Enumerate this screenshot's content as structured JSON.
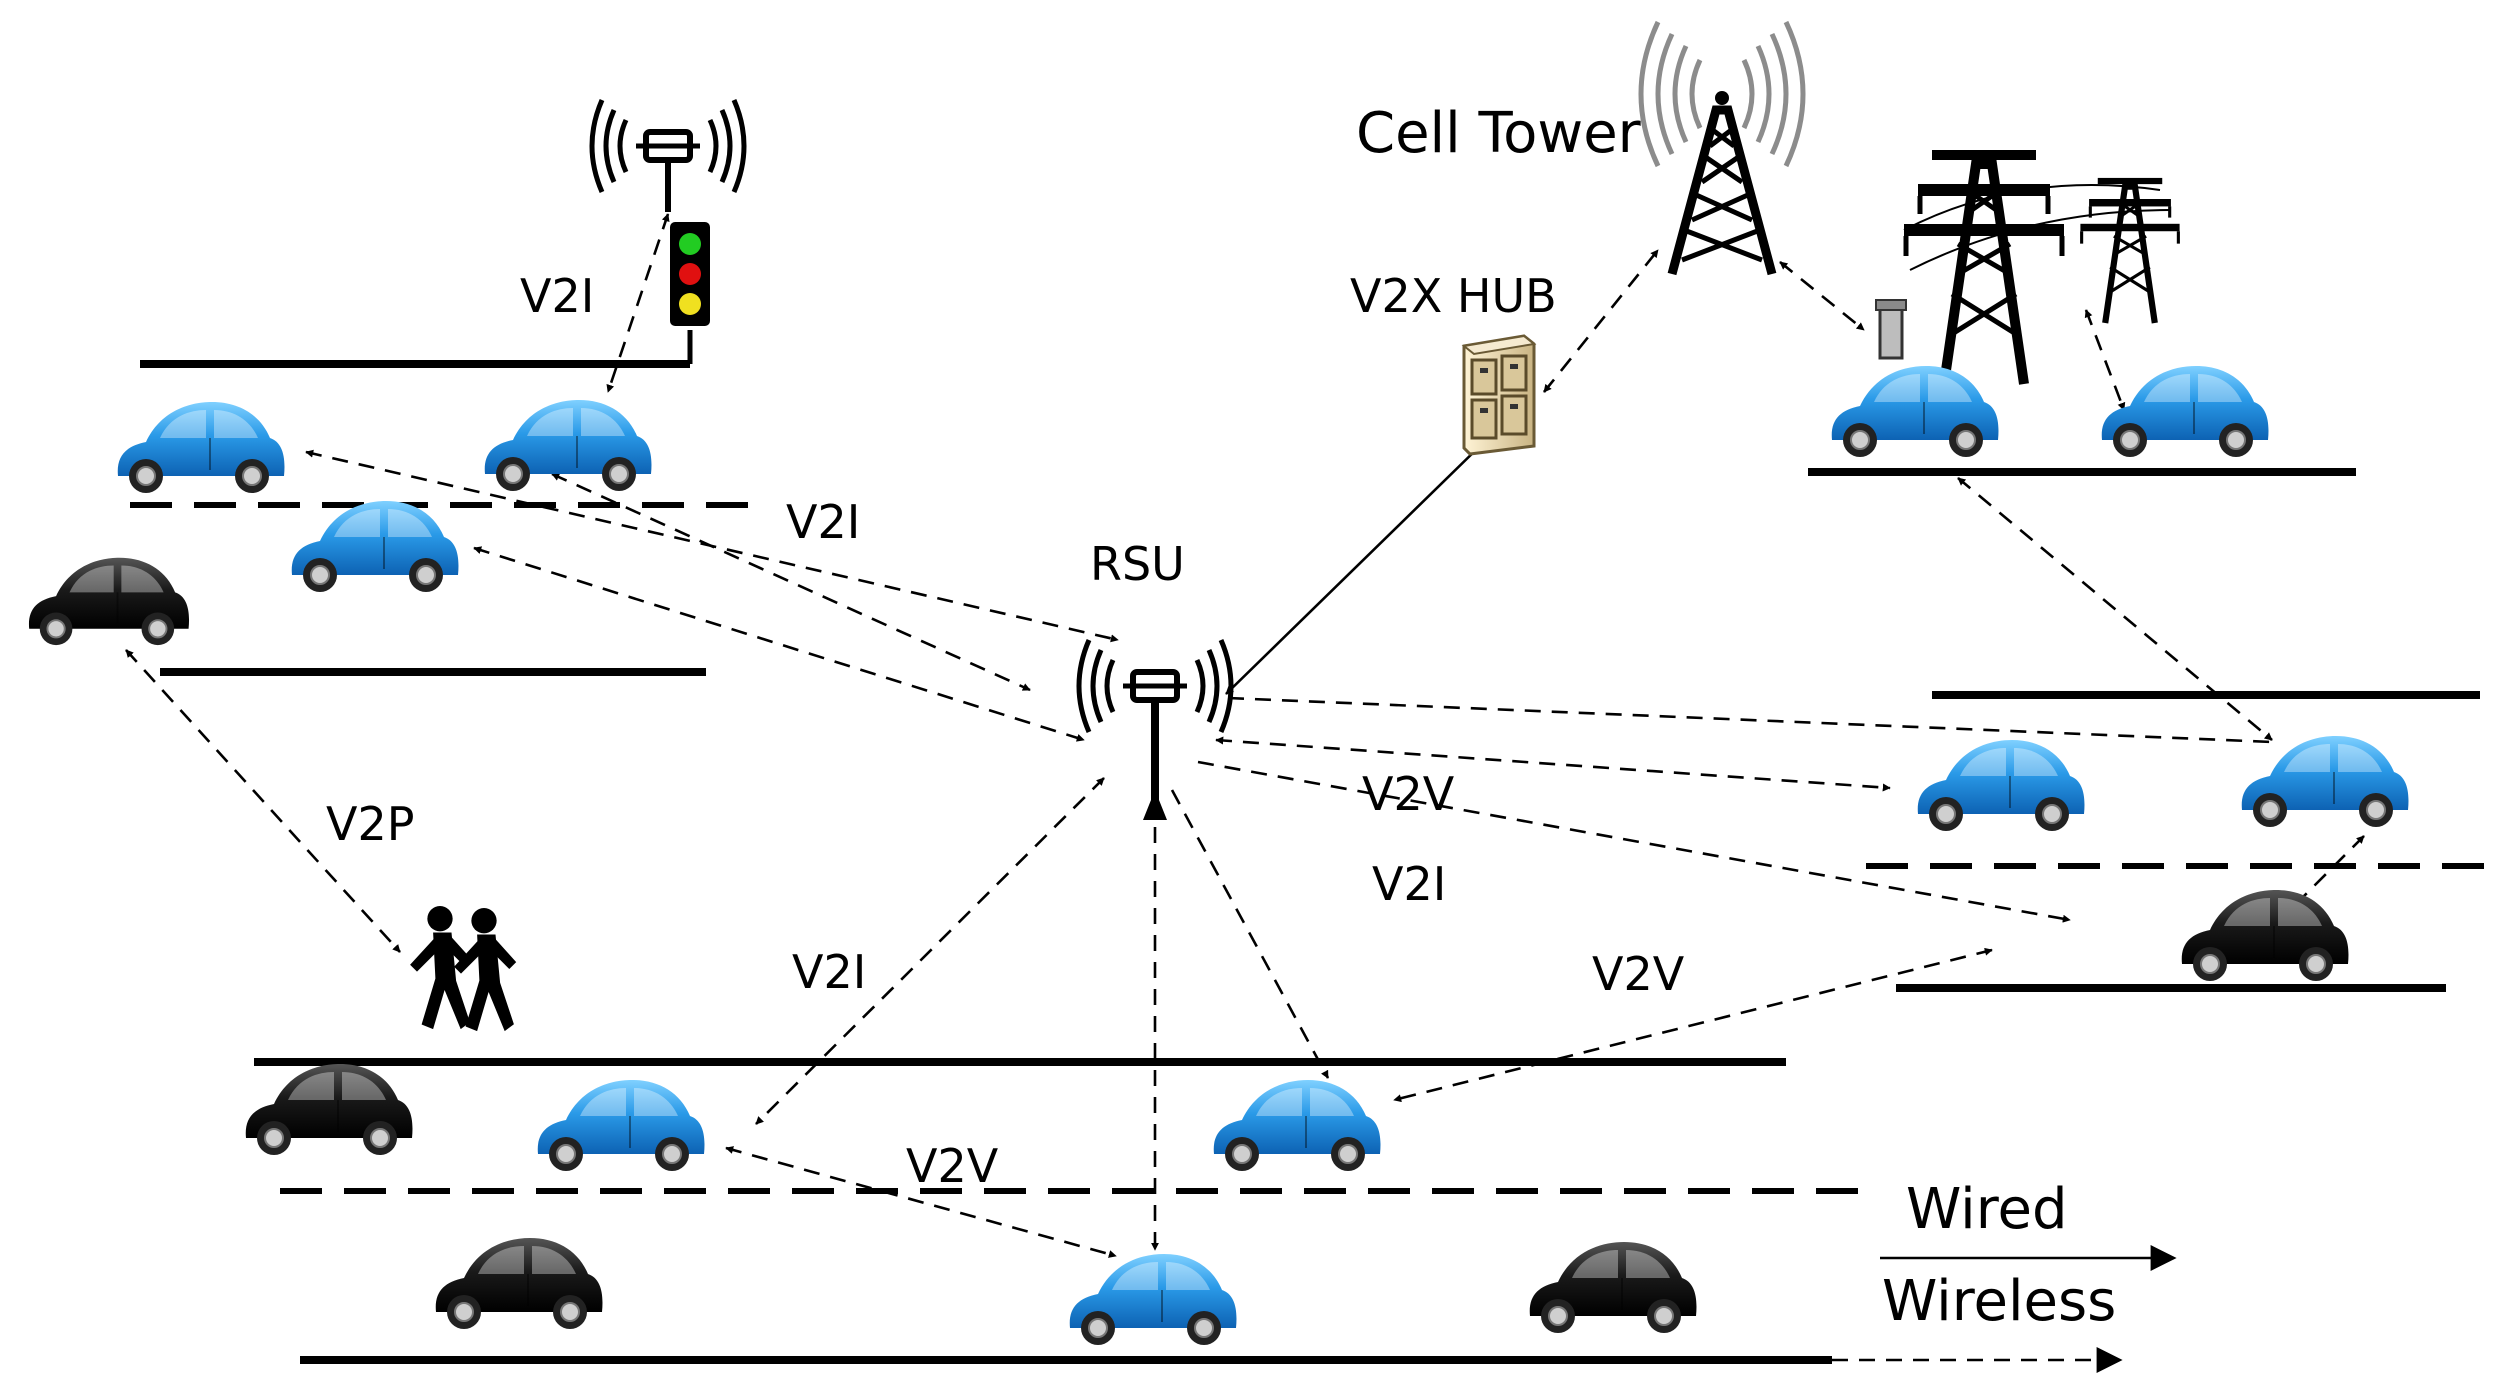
{
  "labels": {
    "cell_tower": "Cell Tower",
    "v2x_hub": "V2X HUB",
    "rsu": "RSU",
    "v2i_top": "V2I",
    "v2i_upper": "V2I",
    "v2p": "V2P",
    "v2v_center": "V2V",
    "v2i_center": "V2I",
    "v2i_lower": "V2I",
    "v2v_right": "V2V",
    "v2v_bottom": "V2V"
  },
  "legend": {
    "wired": "Wired",
    "wireless": "Wireless"
  },
  "colors": {
    "car_blue": "#1e8de0",
    "car_black": "#111111",
    "light_green": "#22cc22",
    "light_red": "#e01010",
    "light_yellow": "#f0e020",
    "hub_beige": "#e8d9b0"
  },
  "icons": [
    "broadcast-antenna-icon",
    "traffic-light-icon",
    "cell-tower-icon",
    "server-hub-icon",
    "power-pylon-icon",
    "charging-station-icon",
    "pedestrians-icon",
    "car-icon"
  ]
}
